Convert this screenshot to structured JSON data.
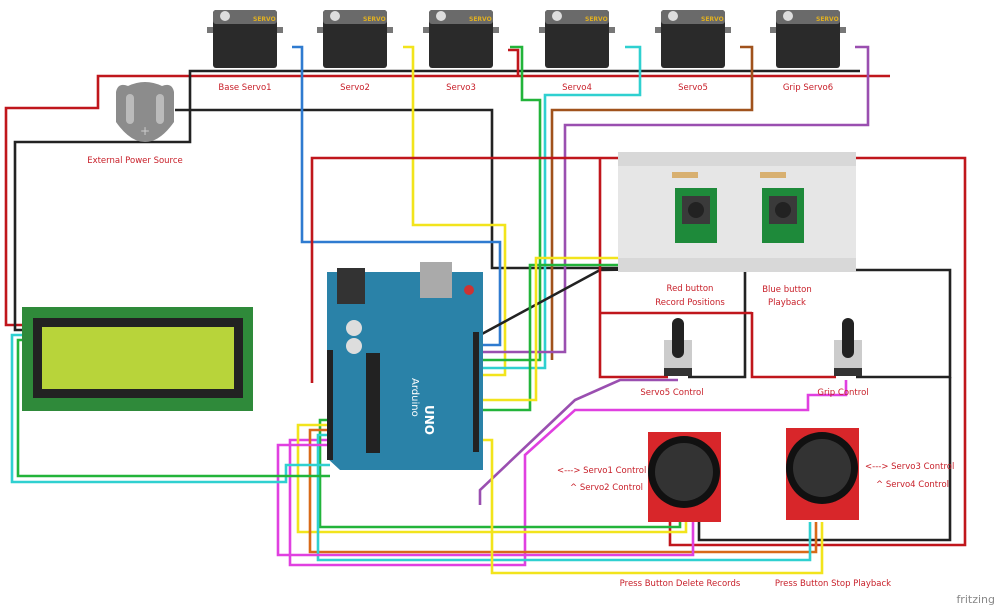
{
  "servos": [
    {
      "label": "Base Servo1"
    },
    {
      "label": "Servo2"
    },
    {
      "label": "Servo3"
    },
    {
      "label": "Servo4"
    },
    {
      "label": "Servo5"
    },
    {
      "label": "Grip Servo6"
    }
  ],
  "servo_badge": "SERVO",
  "power": {
    "label": "External Power Source"
  },
  "buttons": [
    {
      "line1": "Red button",
      "line2": "Record Positions"
    },
    {
      "line1": "Blue button",
      "line2": "Playback"
    }
  ],
  "pots": [
    {
      "label": "Servo5  Control"
    },
    {
      "label": "Grip Control"
    }
  ],
  "joysticks": [
    {
      "line1": "<---> Servo1  Control",
      "line2": "^  Servo2  Control",
      "button_label": "Press Button Delete Records"
    },
    {
      "line1": "<---> Servo3  Control",
      "line2": "^  Servo4  Control",
      "button_label": "Press Button Stop Playback"
    }
  ],
  "arduino": {
    "brand": "Arduino",
    "model": "UNO"
  },
  "watermark": "fritzing",
  "colors": {
    "red": "#c0161c",
    "black": "#222222",
    "blue": "#2f7bd0",
    "yellow": "#f2e41c",
    "green": "#22b43a",
    "cyan": "#2fd0d0",
    "purple": "#9a4fb0",
    "magenta": "#e040e0",
    "brown": "#a0521c",
    "orange": "#d86a18",
    "arduino": "#2a82a8",
    "lcd": "#b8d43a"
  }
}
